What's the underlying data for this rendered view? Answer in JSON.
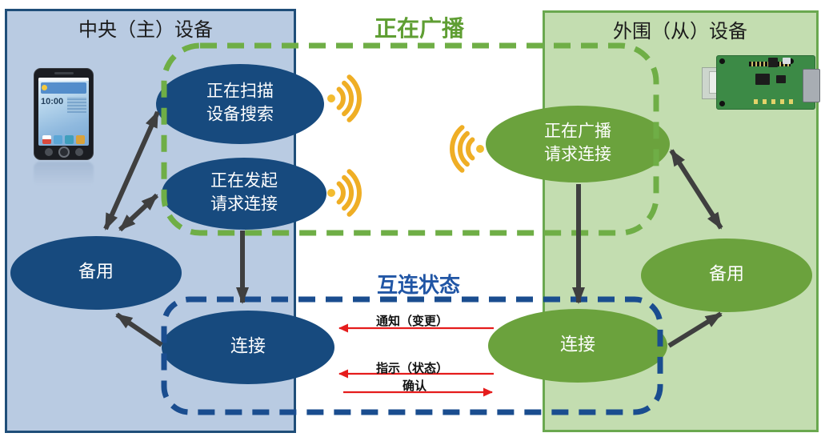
{
  "diagram": {
    "left_panel": {
      "title": "中央（主）设备",
      "states": {
        "scanning": "正在扫描\n设备搜索",
        "initiating": "正在发起\n请求连接",
        "standby": "备用",
        "connected": "连接"
      },
      "phone_clock": "10:00"
    },
    "right_panel": {
      "title": "外围（从）设备",
      "states": {
        "advertising": "正在广播\n请求连接",
        "standby": "备用",
        "connected": "连接"
      }
    },
    "group_advertising_label": "正在广播",
    "group_interconnect_label": "互连状态",
    "messages": {
      "notify": "通知（变更）",
      "indicate": "指示（状态）",
      "confirm": "确认"
    },
    "colors": {
      "navy_state": "#174a7e",
      "green_state": "#6ba23d",
      "left_panel_fill": "#b9cbe2",
      "left_panel_border": "#1f4e79",
      "right_panel_fill": "#c3ddb0",
      "right_panel_border": "#6aa84f",
      "green_dash": "#6fae46",
      "blue_dash": "#1a4d8f",
      "broadcast_title_color": "#5f9e33",
      "interconnect_title_color": "#2156a5",
      "dark_arrow": "#3f3f3f",
      "red_arrow": "#e51c1c",
      "signal_gold": "#efae25"
    }
  }
}
